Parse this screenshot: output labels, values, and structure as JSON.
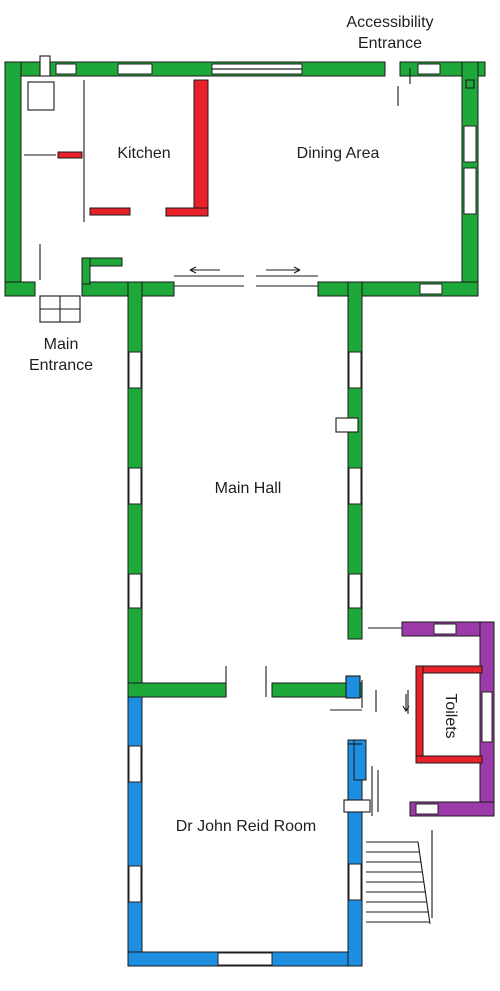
{
  "colors": {
    "green": "#1ea83a",
    "red": "#e8202a",
    "blue": "#1e8fe0",
    "purple": "#9b3aa8",
    "outline": "#1a1a1a"
  },
  "labels": {
    "accessibility_line1": "Accessibility",
    "accessibility_line2": "Entrance",
    "kitchen": "Kitchen",
    "dining_area": "Dining Area",
    "main_entrance_line1": "Main",
    "main_entrance_line2": "Entrance",
    "main_hall": "Main Hall",
    "toilets": "Toilets",
    "dr_john_reid_room": "Dr John Reid Room"
  }
}
